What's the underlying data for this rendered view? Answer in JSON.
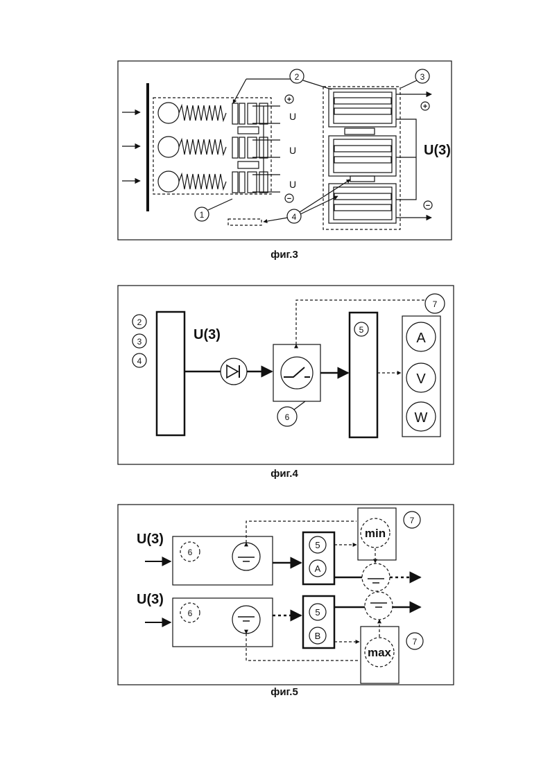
{
  "fig3": {
    "caption": "фиг.3",
    "voltage": "U(3)",
    "u_marks": [
      "U",
      "U",
      "U"
    ],
    "plus": "+",
    "minus": "−",
    "callouts": [
      "1",
      "2",
      "3",
      "4"
    ]
  },
  "fig4": {
    "caption": "фиг.4",
    "voltage": "U(3)",
    "refs": [
      "2",
      "3",
      "4"
    ],
    "switch_label": "6",
    "block5_label": "5",
    "meter_group_label": "7",
    "meters": [
      "A",
      "V",
      "W"
    ]
  },
  "fig5": {
    "caption": "фиг.5",
    "voltage": "U(3)",
    "rows": [
      {
        "block": "6",
        "ref5": "5",
        "meter": "A",
        "limit": "min",
        "limit_ref": "7"
      },
      {
        "block": "6",
        "ref5": "5",
        "meter": "B",
        "limit": "max",
        "limit_ref": "7"
      }
    ]
  }
}
